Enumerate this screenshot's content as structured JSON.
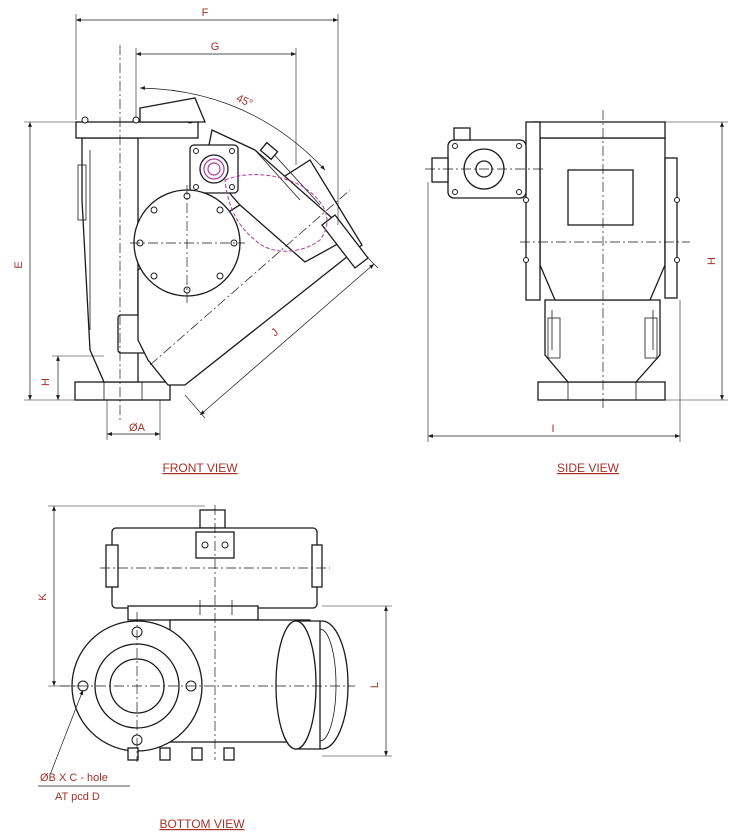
{
  "views": {
    "front": "FRONT VIEW",
    "side": "SIDE VIEW",
    "bottom": "BOTTOM VIEW"
  },
  "dimensions": {
    "F": "F",
    "G": "G",
    "angle": "45°",
    "E": "E",
    "H_front": "H",
    "A": "ØA",
    "J": "J",
    "H_side": "H",
    "I": "I",
    "K": "K",
    "L": "L"
  },
  "note": {
    "line1": "ØB X C - hole",
    "line2": "AT pcd D"
  },
  "colors": {
    "label": "#a5312a",
    "line": "#1a1a1a",
    "hidden": "#b03aa0"
  }
}
